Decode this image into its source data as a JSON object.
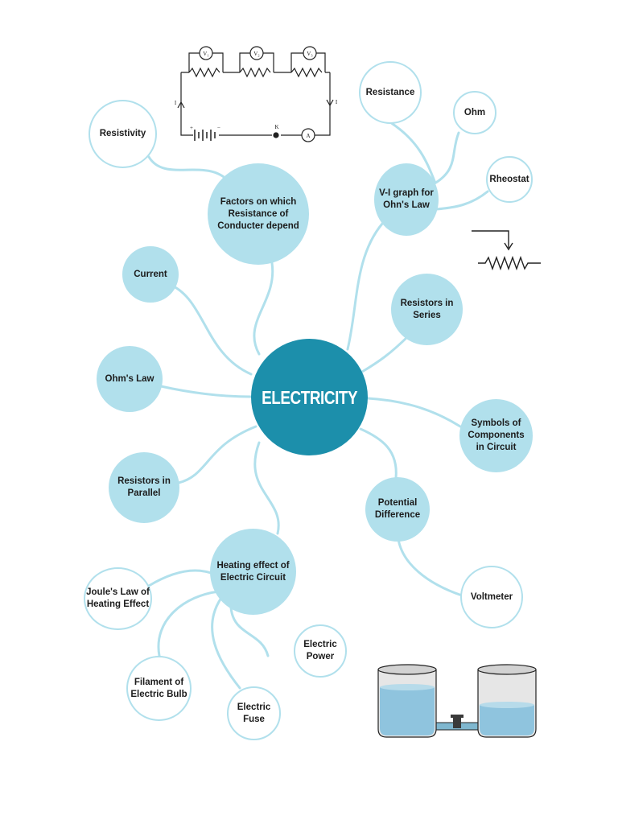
{
  "colors": {
    "center_fill": "#1c8fab",
    "node_fill": "#b1e0ec",
    "link": "#b1e0ec",
    "ink": "#1c1c1c"
  },
  "center": {
    "label": "ELECTRICITY"
  },
  "nodes": {
    "factors": "Factors on which\nResistance of\nConducter depend",
    "resistivity": "Resistivity",
    "current": "Current",
    "ohms_law": "Ohm's Law",
    "resistors_parallel": "Resistors in\nParallel",
    "heating_effect": "Heating effect of\nElectric Circuit",
    "joules_law": "Joule's Law of\nHeating Effect",
    "filament": "Filament of\nElectric Bulb",
    "electric_fuse": "Electric\nFuse",
    "electric_power": "Electric\nPower",
    "vi_graph": "V-I graph for\nOhn's Law",
    "resistance": "Resistance",
    "ohm": "Ohm",
    "rheostat": "Rheostat",
    "resistors_series": "Resistors in\nSeries",
    "symbols": "Symbols of\nComponents\nin Circuit",
    "potential_difference": "Potential\nDifference",
    "voltmeter": "Voltmeter"
  },
  "circuit": {
    "voltmeters": [
      "V₁",
      "V₂",
      "V₃"
    ],
    "ammeter": "A",
    "key": "K",
    "current_left": "I",
    "current_right": "I",
    "battery_plus": "+",
    "battery_minus": "−"
  }
}
